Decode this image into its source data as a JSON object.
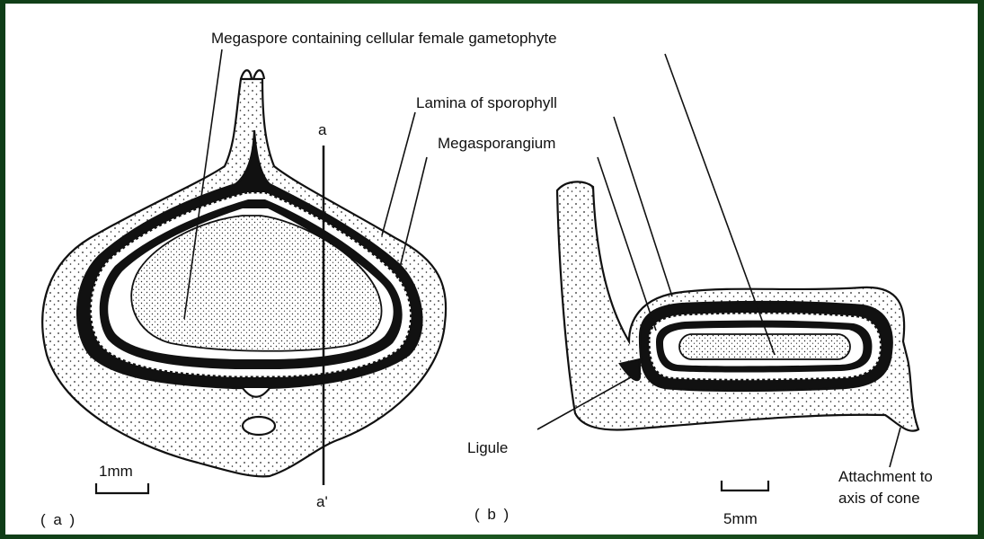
{
  "diagram": {
    "labels": {
      "megaspore": "Megaspore containing cellular female gametophyte",
      "lamina": "Lamina of sporophyll",
      "megasporangium": "Megasporangium",
      "ligule": "Ligule",
      "attachment_line1": "Attachment to",
      "attachment_line2": "axis of cone",
      "axis_a": "a",
      "axis_a_prime": "a'",
      "panel_a": "( a )",
      "panel_b": "( b )",
      "scale_a": "1mm",
      "scale_b": "5mm"
    },
    "colors": {
      "background": "#1d5a22",
      "panel": "#ffffff",
      "ink": "#111111"
    }
  }
}
